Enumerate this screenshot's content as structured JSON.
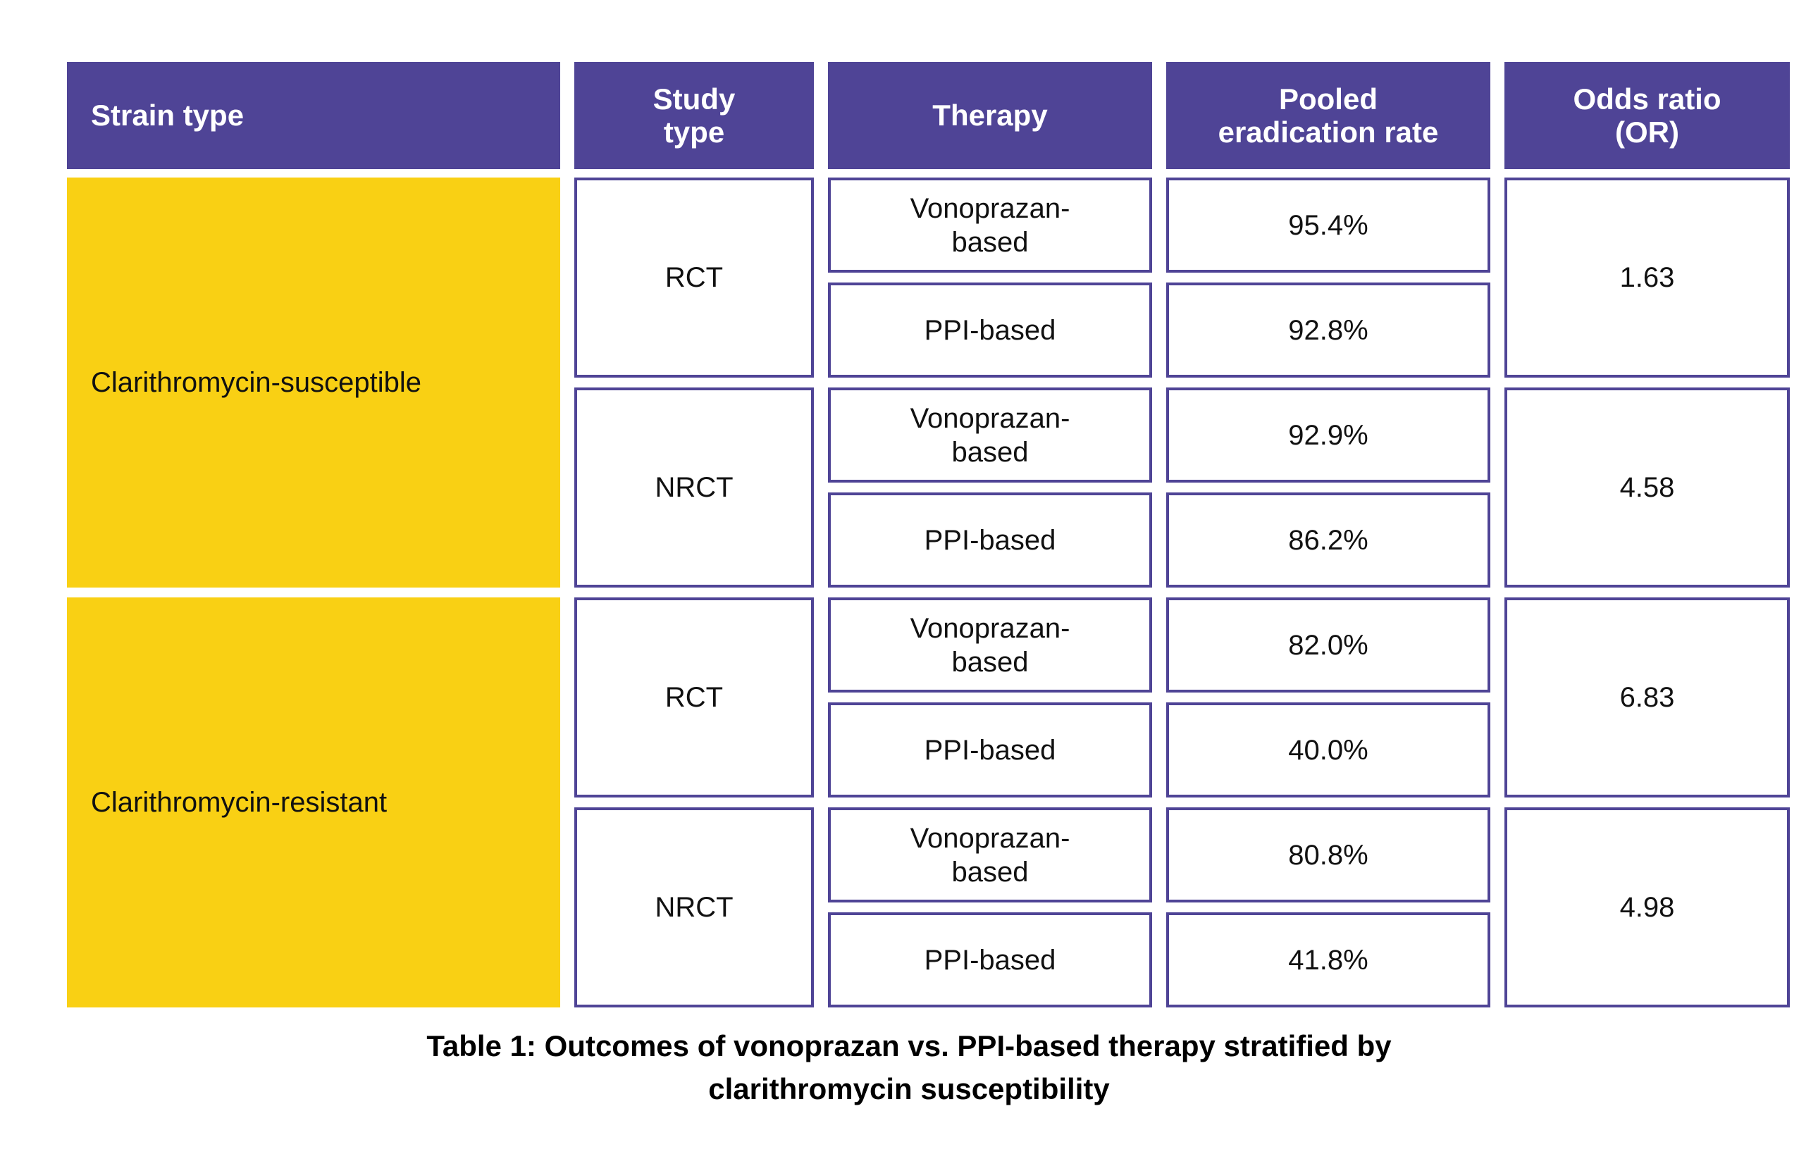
{
  "colors": {
    "header_purple": "#4f4496",
    "strain_yellow": "#f9d014",
    "border_purple": "#4f4496",
    "text_dark": "#111111"
  },
  "table": {
    "headers": {
      "strain_type": "Strain type",
      "study_type": "Study\ntype",
      "study_type_line1": "Study",
      "study_type_line2": "type",
      "therapy": "Therapy",
      "pooled_rate_line1": "Pooled",
      "pooled_rate_line2": "eradication rate",
      "odds_ratio_line1": "Odds ratio",
      "odds_ratio_line2": "(OR)"
    },
    "strain_groups": [
      {
        "strain_type": "Clarithromycin-susceptible",
        "study_groups": [
          {
            "study_type": "RCT",
            "odds_ratio": "1.63",
            "rows": [
              {
                "therapy_line1": "Vonoprazan-",
                "therapy_line2": "based",
                "rate": "95.4%"
              },
              {
                "therapy_line1": "PPI-based",
                "therapy_line2": "",
                "rate": "92.8%"
              }
            ]
          },
          {
            "study_type": "NRCT",
            "odds_ratio": "4.58",
            "rows": [
              {
                "therapy_line1": "Vonoprazan-",
                "therapy_line2": "based",
                "rate": "92.9%"
              },
              {
                "therapy_line1": "PPI-based",
                "therapy_line2": "",
                "rate": "86.2%"
              }
            ]
          }
        ]
      },
      {
        "strain_type": "Clarithromycin-resistant",
        "study_groups": [
          {
            "study_type": "RCT",
            "odds_ratio": "6.83",
            "rows": [
              {
                "therapy_line1": "Vonoprazan-",
                "therapy_line2": "based",
                "rate": "82.0%"
              },
              {
                "therapy_line1": "PPI-based",
                "therapy_line2": "",
                "rate": "40.0%"
              }
            ]
          },
          {
            "study_type": "NRCT",
            "odds_ratio": "4.98",
            "rows": [
              {
                "therapy_line1": "Vonoprazan-",
                "therapy_line2": "based",
                "rate": "80.8%"
              },
              {
                "therapy_line1": "PPI-based",
                "therapy_line2": "",
                "rate": "41.8%"
              }
            ]
          }
        ]
      }
    ]
  },
  "caption": {
    "line1": "Table 1: Outcomes of vonoprazan vs. PPI-based therapy stratified by",
    "line2": "clarithromycin susceptibility"
  }
}
